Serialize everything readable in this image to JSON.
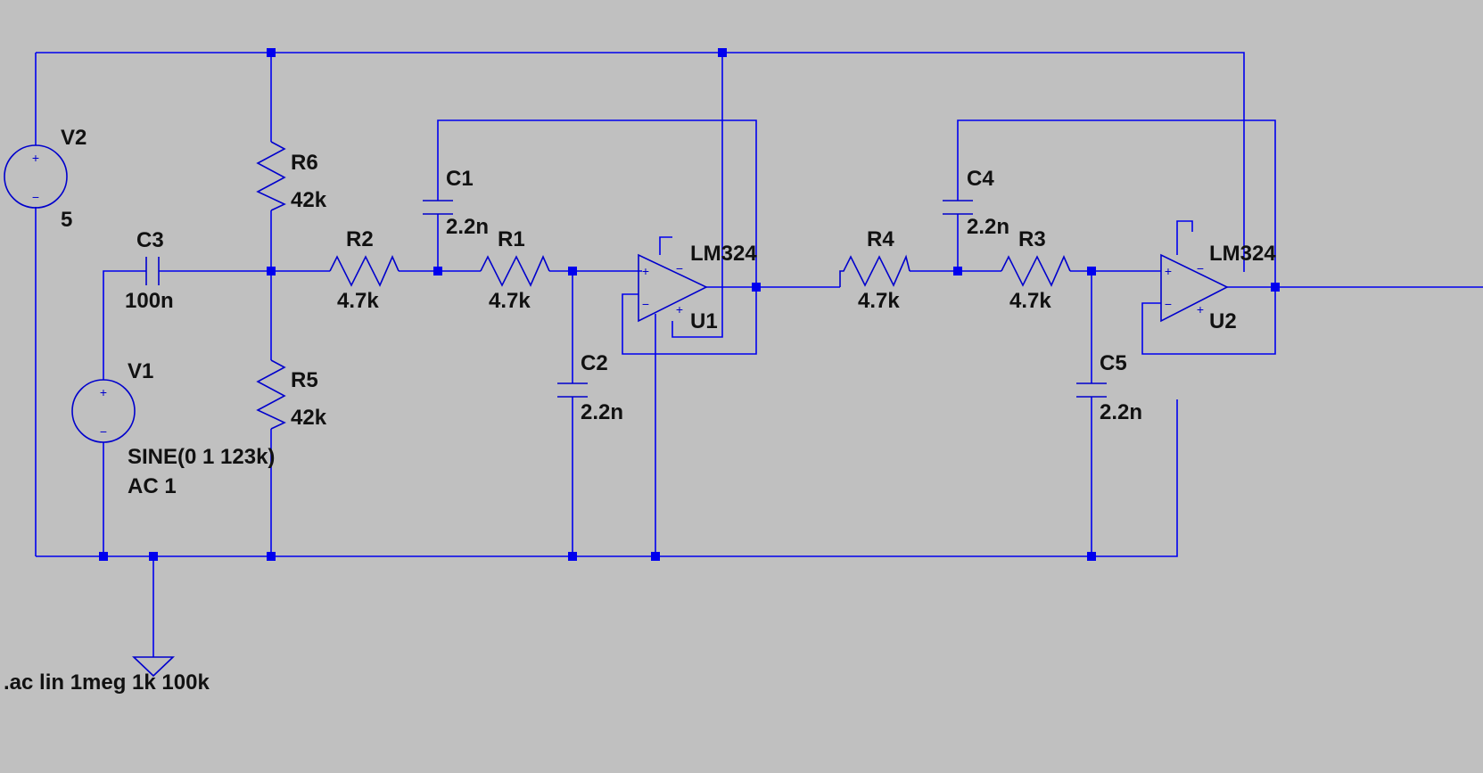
{
  "components": {
    "V2": {
      "ref": "V2",
      "value": "5"
    },
    "V1": {
      "ref": "V1",
      "value_line1": "SINE(0 1 123k)",
      "value_line2": "AC 1"
    },
    "C3": {
      "ref": "C3",
      "value": "100n"
    },
    "R6": {
      "ref": "R6",
      "value": "42k"
    },
    "R5": {
      "ref": "R5",
      "value": "42k"
    },
    "R2": {
      "ref": "R2",
      "value": "4.7k"
    },
    "C1": {
      "ref": "C1",
      "value": "2.2n"
    },
    "R1": {
      "ref": "R1",
      "value": "4.7k"
    },
    "C2": {
      "ref": "C2",
      "value": "2.2n"
    },
    "U1": {
      "ref": "U1",
      "model": "LM324"
    },
    "R4": {
      "ref": "R4",
      "value": "4.7k"
    },
    "C4": {
      "ref": "C4",
      "value": "2.2n"
    },
    "R3": {
      "ref": "R3",
      "value": "4.7k"
    },
    "C5": {
      "ref": "C5",
      "value": "2.2n"
    },
    "U2": {
      "ref": "U2",
      "model": "LM324"
    }
  },
  "directive": ".ac lin 1meg 1k 100k",
  "symbols": {
    "plus": "+",
    "minus": "−"
  },
  "colors": {
    "background": "#c0c0c0",
    "wire": "#0000ee",
    "text": "#111111"
  }
}
